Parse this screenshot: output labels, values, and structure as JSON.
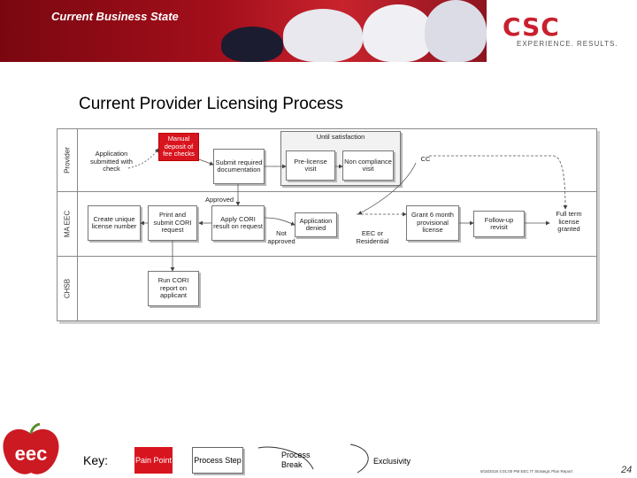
{
  "header": {
    "banner_title": "Current Business State",
    "logo_text": "CSC",
    "tagline": "EXPERIENCE. RESULTS."
  },
  "page_title": "Current Provider Licensing Process",
  "lanes": [
    {
      "label": "Provider"
    },
    {
      "label": "MA EEC"
    },
    {
      "label": "CHSB"
    }
  ],
  "group": {
    "label": "Until satisfaction"
  },
  "steps": {
    "manual_deposit": "Manual deposit of fee checks",
    "application_submitted": "Application submitted with check",
    "submit_documentation": "Submit required documentation",
    "pre_license_visit": "Pre-license visit",
    "non_compliance_visit": "Non compliance visit",
    "create_license_number": "Create unique license number",
    "print_submit_cori": "Print and submit CORI request",
    "apply_cori": "Apply CORI result on request",
    "application_denied": "Application denied",
    "grant_provisional": "Grant 6 month provisional license",
    "follow_up_revisit": "Follow-up revisit",
    "full_term_license": "Full term license granted",
    "run_cori": "Run CORI report on applicant"
  },
  "labels": {
    "approved": "Approved",
    "not_approved": "Not approved",
    "eec_records": "EEC or Residential",
    "cc": "CC"
  },
  "key": {
    "title": "Key:",
    "pain_point": "Pain Point",
    "process_step": "Process Step",
    "process_break": "Process Break",
    "exclusivity": "Exclusivity"
  },
  "footer": {
    "note": "9/18/2018 4:01:00 PM EEC IT Strategic Plan Report",
    "page_number": "24"
  },
  "logo_eec": "eec",
  "colors": {
    "banner_red": "#a30f1b",
    "pain_red": "#d8151f",
    "brand_red": "#c8202f"
  }
}
